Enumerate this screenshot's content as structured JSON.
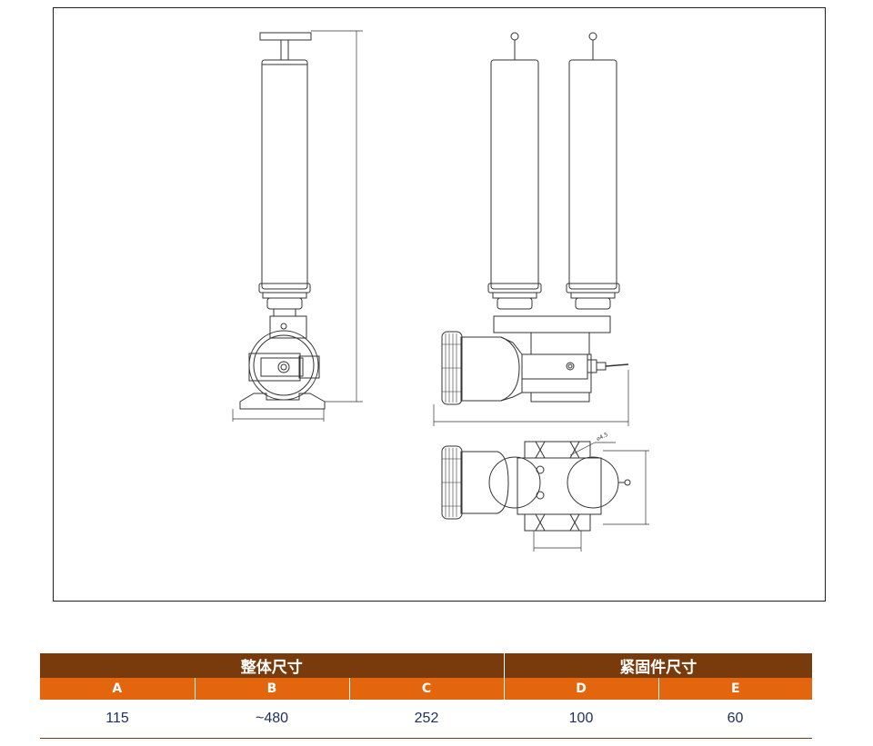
{
  "drawing": {
    "leader_note": "⌀4.5"
  },
  "table": {
    "groups": [
      {
        "label": "整体尺寸",
        "span": 3
      },
      {
        "label": "紧固件尺寸",
        "span": 2
      }
    ],
    "columns": [
      "A",
      "B",
      "C",
      "D",
      "E"
    ],
    "values": [
      "115",
      "~480",
      "252",
      "100",
      "60"
    ]
  },
  "colors": {
    "group_header": "#7a3b0c",
    "column_header": "#e3660f",
    "value_text": "#1f2f5c",
    "line_art": "#333333"
  },
  "icons": [
    "side-view-drawing",
    "front-view-drawing",
    "top-view-drawing"
  ]
}
